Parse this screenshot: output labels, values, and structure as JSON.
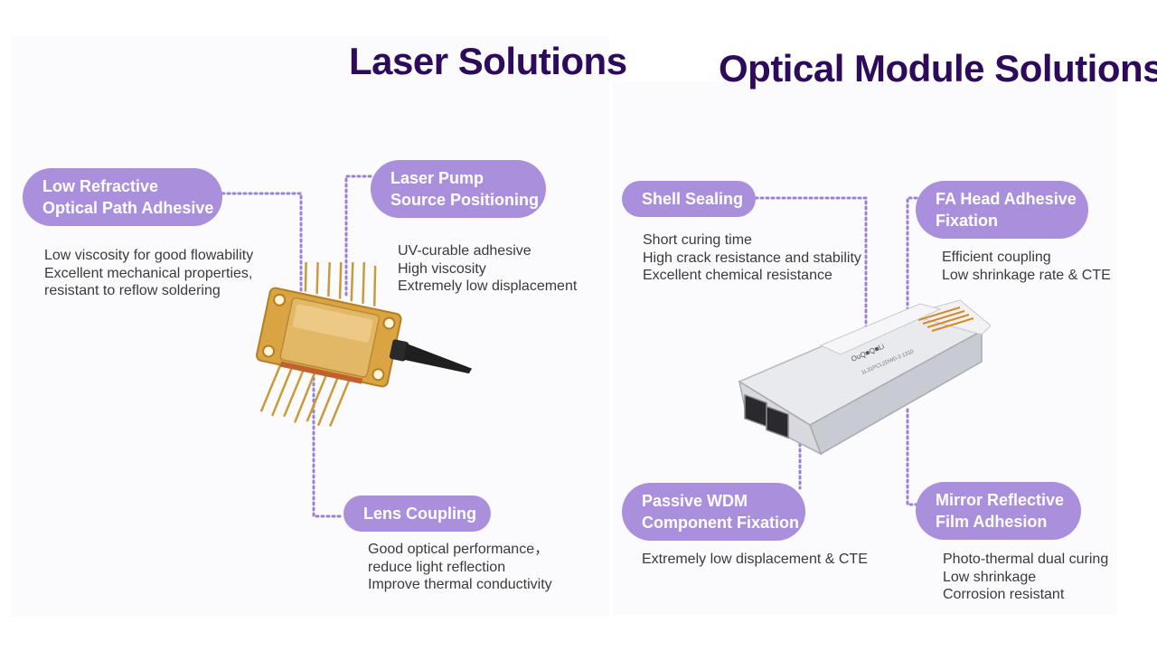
{
  "colors": {
    "title": "#2d0a5a",
    "pill": "#a98fdc",
    "connector": "#9b82d6",
    "text": "#3a3a3a"
  },
  "laser": {
    "title": "Laser Solutions",
    "features": [
      {
        "label": [
          "Low Refractive",
          "Optical Path Adhesive"
        ],
        "desc": [
          "Low viscosity for good flowability",
          "Excellent mechanical properties,",
          "resistant to reflow soldering"
        ]
      },
      {
        "label": [
          "Laser Pump",
          "Source Positioning"
        ],
        "desc": [
          "UV-curable adhesive",
          "High viscosity",
          "Extremely low displacement"
        ]
      },
      {
        "label": [
          "Lens Coupling"
        ],
        "desc": [
          "Good optical performance，",
          "reduce light reflection",
          "Improve thermal conductivity"
        ]
      }
    ]
  },
  "optical": {
    "title": "Optical Module Solutions",
    "features": [
      {
        "label": [
          "Shell Sealing"
        ],
        "desc": [
          "Short curing time",
          "High crack resistance and stability",
          "Excellent chemical resistance"
        ]
      },
      {
        "label": [
          "FA Head Adhesive",
          "Fixation"
        ],
        "desc": [
          "Efficient coupling",
          "Low shrinkage rate & CTE"
        ]
      },
      {
        "label": [
          "Passive WDM",
          "Component Fixation"
        ],
        "desc": [
          "Extremely low displacement & CTE"
        ]
      },
      {
        "label": [
          "Mirror Reflective",
          "Film Adhesion"
        ],
        "desc": [
          "Photo-thermal dual curing",
          "Low shrinkage",
          "Corrosion resistant"
        ]
      }
    ]
  },
  "images": {
    "laser_device": "butterfly laser diode package with gold pins and black fiber pigtail",
    "optical_module": "SFP transceiver module with duplex LC ports",
    "module_brand": "OuQ■Q■Li",
    "module_label": "1L31PCL2DW0-3 1310"
  }
}
